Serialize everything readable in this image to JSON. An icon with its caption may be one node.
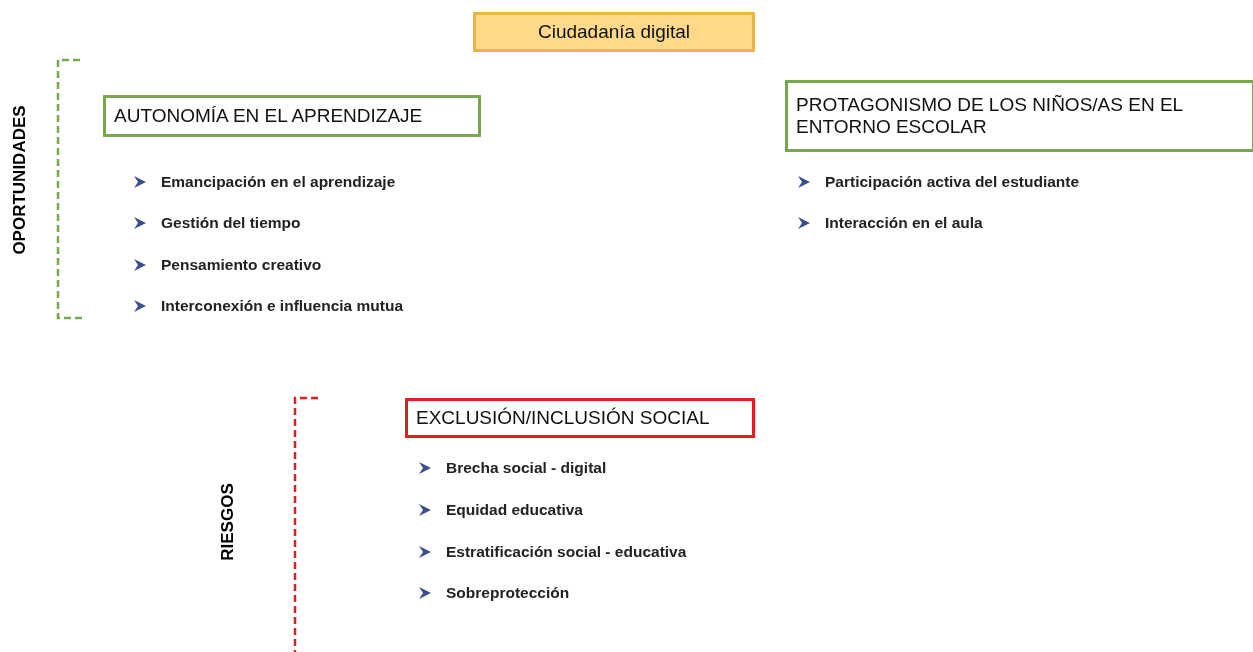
{
  "diagram": {
    "nodes": [
      {
        "text": [
          "Ciudadanía digital"
        ]
      },
      {
        "text": [
          "AUTONOMÍA EN EL APRENDIZAJE"
        ],
        "beside": [
          "Emancipación en el aprendizaje",
          "Gestión del tiempo",
          "Pensamiento creativo",
          "Interconexión e influencia mutua"
        ]
      },
      {
        "text": [
          "PROTAGONISMO DE LOS NIÑOS/AS EN EL ENTORNO ESCOLAR"
        ],
        "beside": [
          "Participación activa del estudiante",
          "Interacción en el aula"
        ]
      },
      {
        "text": [
          "EXCLUSIÓN/INCLUSIÓN SOCIAL"
        ],
        "beside": [
          "Brecha social - digital",
          "Equidad educativa",
          "Estratificación social - educativa",
          "Sobreprotección"
        ]
      }
    ],
    "labels": [
      "OPORTUNIDADES",
      "RIESGOS"
    ]
  }
}
